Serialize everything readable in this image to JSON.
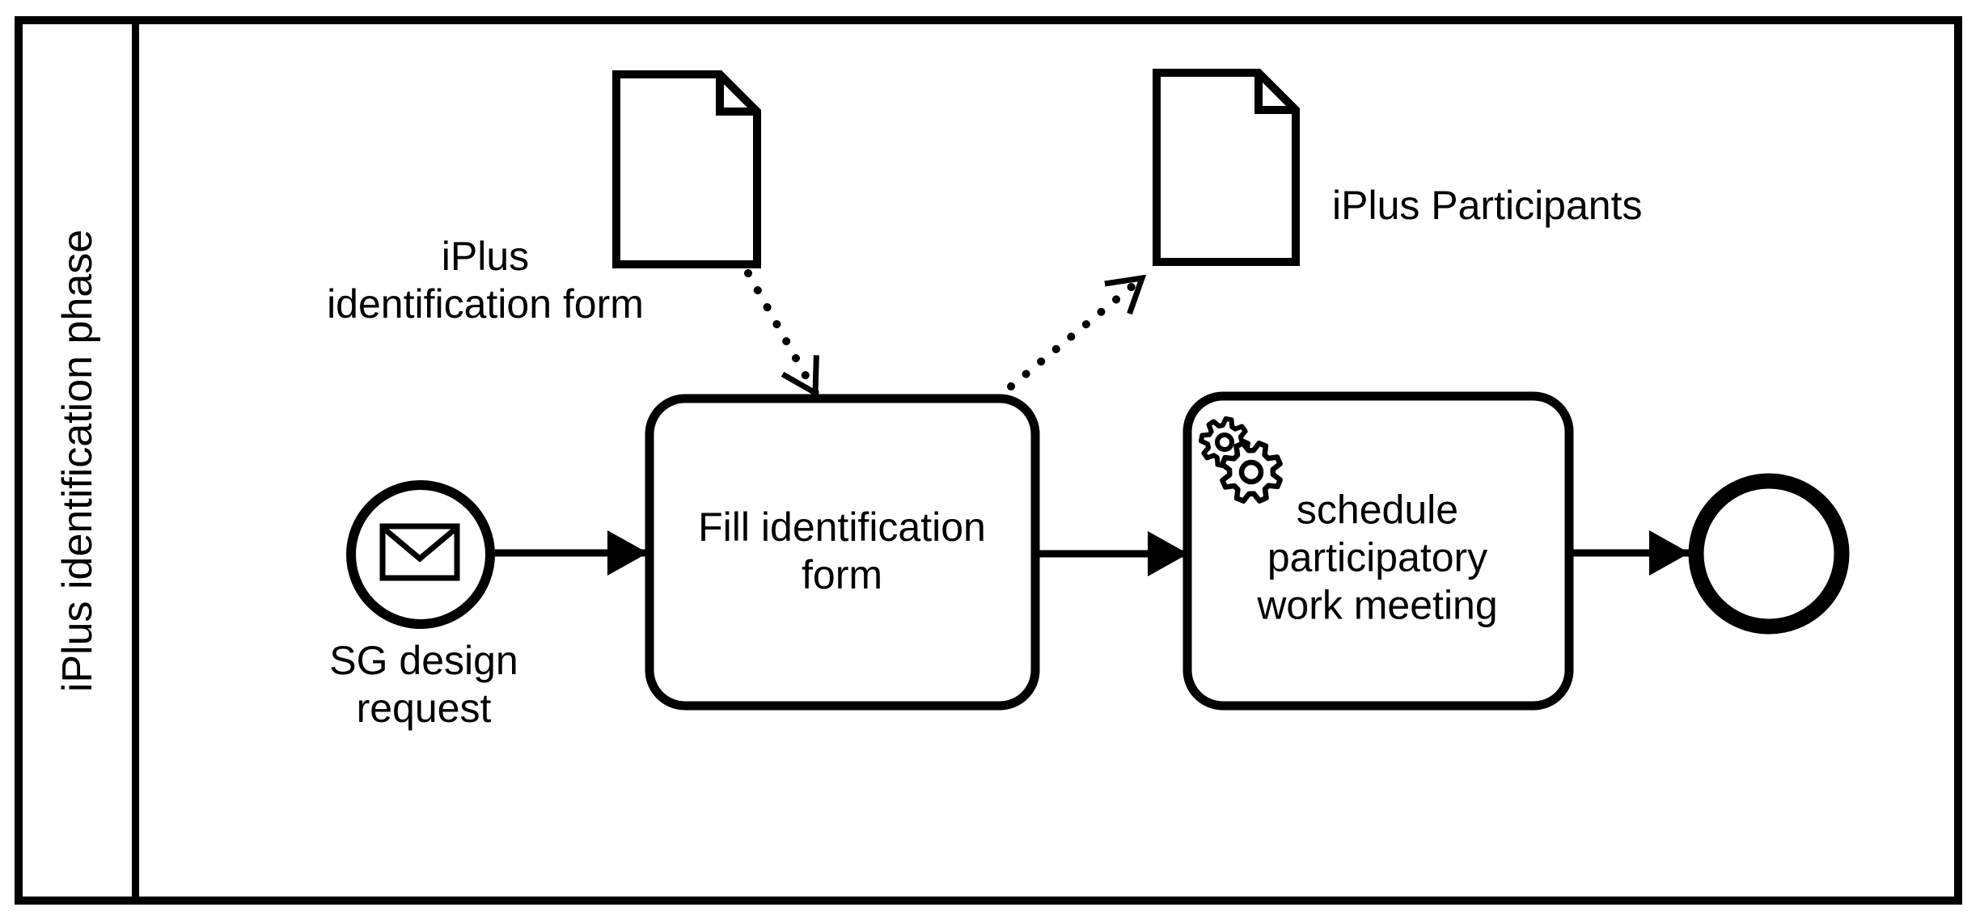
{
  "pool": {
    "title": "iPlus identification phase"
  },
  "elements": {
    "start_event": {
      "label": "SG design\nrequest",
      "icon": "message-envelope"
    },
    "task_fill_form": {
      "label": "Fill identification\nform"
    },
    "task_schedule_meeting": {
      "label": "schedule\nparticipatory\nwork meeting",
      "marker_icon": "service-gears"
    },
    "data_object_identification_form": {
      "label": "iPlus\nidentification form",
      "icon": "document-page"
    },
    "data_object_participants": {
      "label": "iPlus Participants",
      "icon": "document-page"
    }
  },
  "colors": {
    "stroke": "#000000",
    "background": "#ffffff",
    "text": "#000000"
  }
}
